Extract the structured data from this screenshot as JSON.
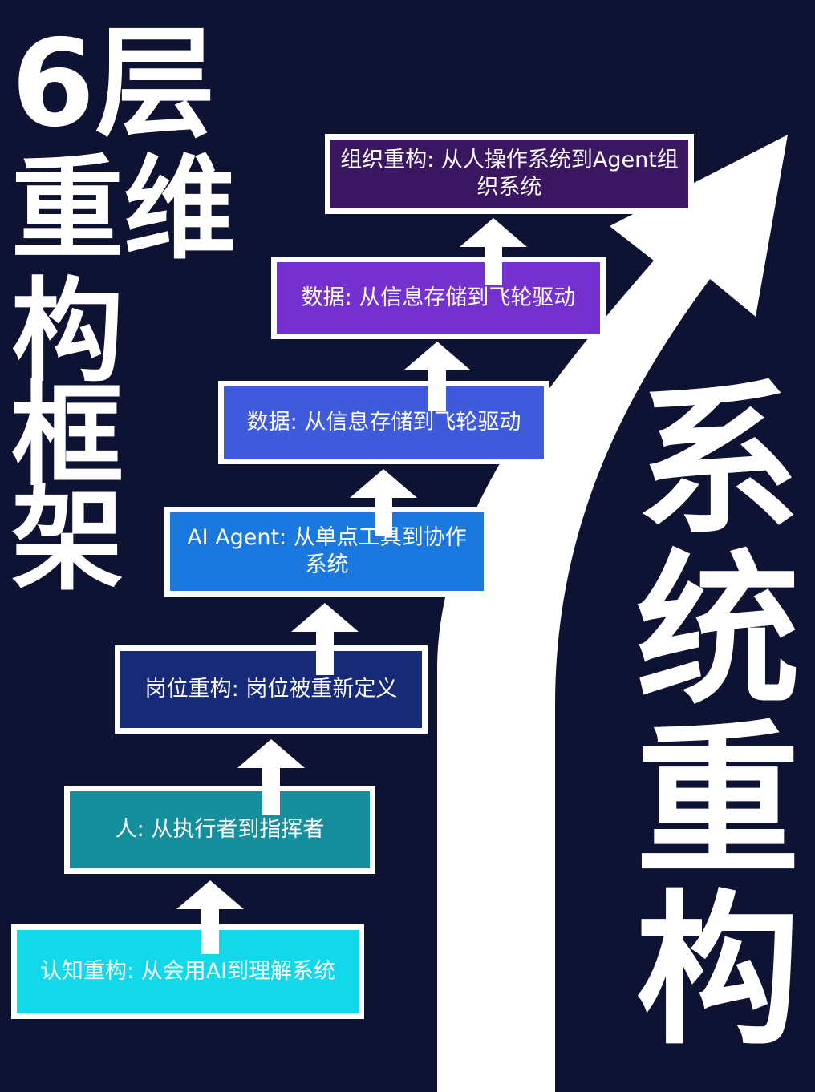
{
  "title_left": {
    "line1": "6层",
    "line2": "重维",
    "line3": "构",
    "line4": "框",
    "line5": "架"
  },
  "title_right": [
    "系",
    "统",
    "重",
    "构"
  ],
  "steps": [
    {
      "text": "认知重构: 从会用AI到理解系统",
      "color": "#12d8ea"
    },
    {
      "text": "人: 从执行者到指挥者",
      "color": "#168f9d"
    },
    {
      "text": "岗位重构: 岗位被重新定义",
      "color": "#162a78"
    },
    {
      "text": "AI Agent: 从单点工具到协作系统",
      "color": "#1a78de"
    },
    {
      "text": "数据: 从信息存储到飞轮驱动",
      "color": "#3f5bdc"
    },
    {
      "text": "数据: 从信息存储到飞轮驱动",
      "color": "#7431cf"
    },
    {
      "text": "组织重构: 从人操作系统到Agent组织系统",
      "color": "#3b1761"
    }
  ],
  "colors": {
    "background": "#0e1233",
    "foreground": "#ffffff"
  }
}
